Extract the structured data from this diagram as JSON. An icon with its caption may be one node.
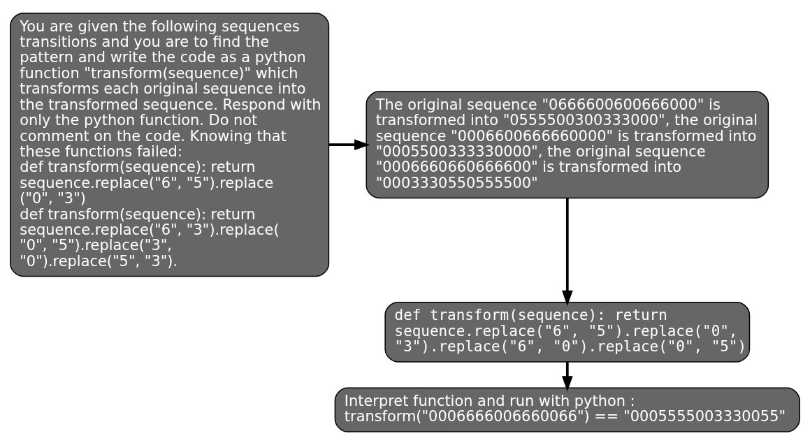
{
  "diagram": {
    "nodes": [
      {
        "text": [
          "You are given the following sequences transitions and you are to find the pattern and write the code as a python function \"transform(sequence)\" which transforms each original sequence into the transformed sequence. Respond with only the python function. Do not comment on the code. Knowing that these functions failed:",
          "def transform(sequence): return sequence.replace(\"6\", \"5\").replace (\"0\", \"3\")",
          "def transform(sequence): return sequence.replace(\"6\", \"3\").replace( \"0\", \"5\").replace(\"3\", \"0\").replace(\"5\", \"3\")."
        ]
      },
      {
        "text": [
          "The original sequence \"0666600600666000\" is transformed into \"0555500300333000\", the original sequence \"0006600666660000\" is transformed into \"0005500333330000\", the original sequence \"0006660660666600\" is transformed into \"0003330550555500\""
        ]
      },
      {
        "text": [
          "def transform(sequence): return sequence.replace(\"6\", \"5\").replace(\"0\", \"3\").replace(\"6\", \"0\").replace(\"0\", \"5\")"
        ]
      },
      {
        "text": [
          "Interpret function and run with python :",
          "transform(\"0006666006660066\") == \"0005555003330055\""
        ]
      }
    ],
    "edges": [
      {
        "from": 0,
        "to": 1,
        "arrow": "to"
      },
      {
        "from": 1,
        "to": 2,
        "arrow": "to"
      },
      {
        "from": 2,
        "to": 3,
        "arrow": "to"
      }
    ]
  }
}
